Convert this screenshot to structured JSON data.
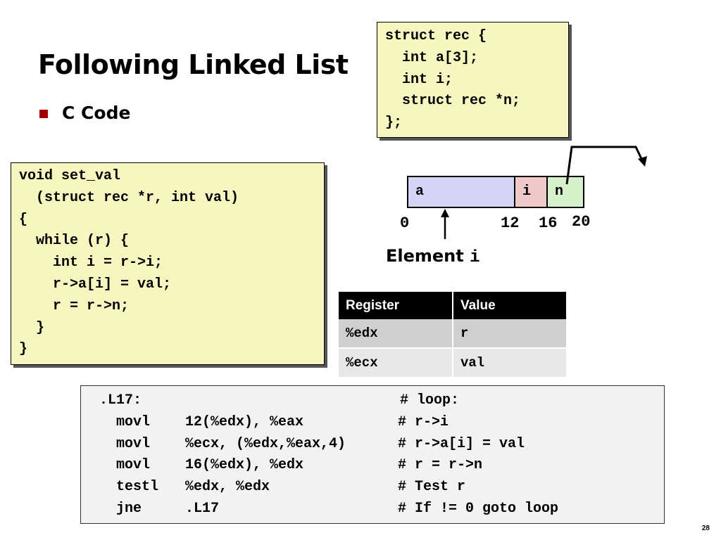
{
  "slide": {
    "title": "Following Linked List",
    "bullet": "C Code",
    "page_number": "28"
  },
  "struct_code": [
    "struct rec {",
    "  int a[3];",
    "  int i;",
    "  struct rec *n;",
    "};"
  ],
  "function_code": [
    "void set_val",
    "  (struct rec *r, int val)",
    "{",
    "  while (r) {",
    "    int i = r->i;",
    "    r->a[i] = val;",
    "    r = r->n;",
    "  }",
    "}"
  ],
  "diagram": {
    "cells": [
      "a",
      "i",
      "n"
    ],
    "offsets": [
      "0",
      "12",
      "16",
      "20"
    ],
    "element_label_text": "Element ",
    "element_label_var": "i"
  },
  "register_table": {
    "headers": [
      "Register",
      "Value"
    ],
    "rows": [
      [
        "%edx",
        "r"
      ],
      [
        "%ecx",
        "val"
      ]
    ]
  },
  "assembly": {
    "label": ".L17:",
    "label_comment": "# loop:",
    "lines": [
      {
        "op": "movl",
        "args": "12(%edx), %eax",
        "comment": "# r->i"
      },
      {
        "op": "movl",
        "args": "%ecx, (%edx,%eax,4)",
        "comment": "# r->a[i] = val"
      },
      {
        "op": "movl",
        "args": "16(%edx), %edx",
        "comment": "# r = r->n"
      },
      {
        "op": "testl",
        "args": "%edx, %edx",
        "comment": "# Test r"
      },
      {
        "op": "jne",
        "args": ".L17",
        "comment": "# If != 0 goto loop"
      }
    ]
  },
  "colors": {
    "code_box_bg": "#f7f5c0",
    "bullet": "#a00000",
    "cell_a": "#d4d4f6",
    "cell_i": "#f0c8c8",
    "cell_n": "#d6f0cc",
    "table_header": "#000000"
  }
}
